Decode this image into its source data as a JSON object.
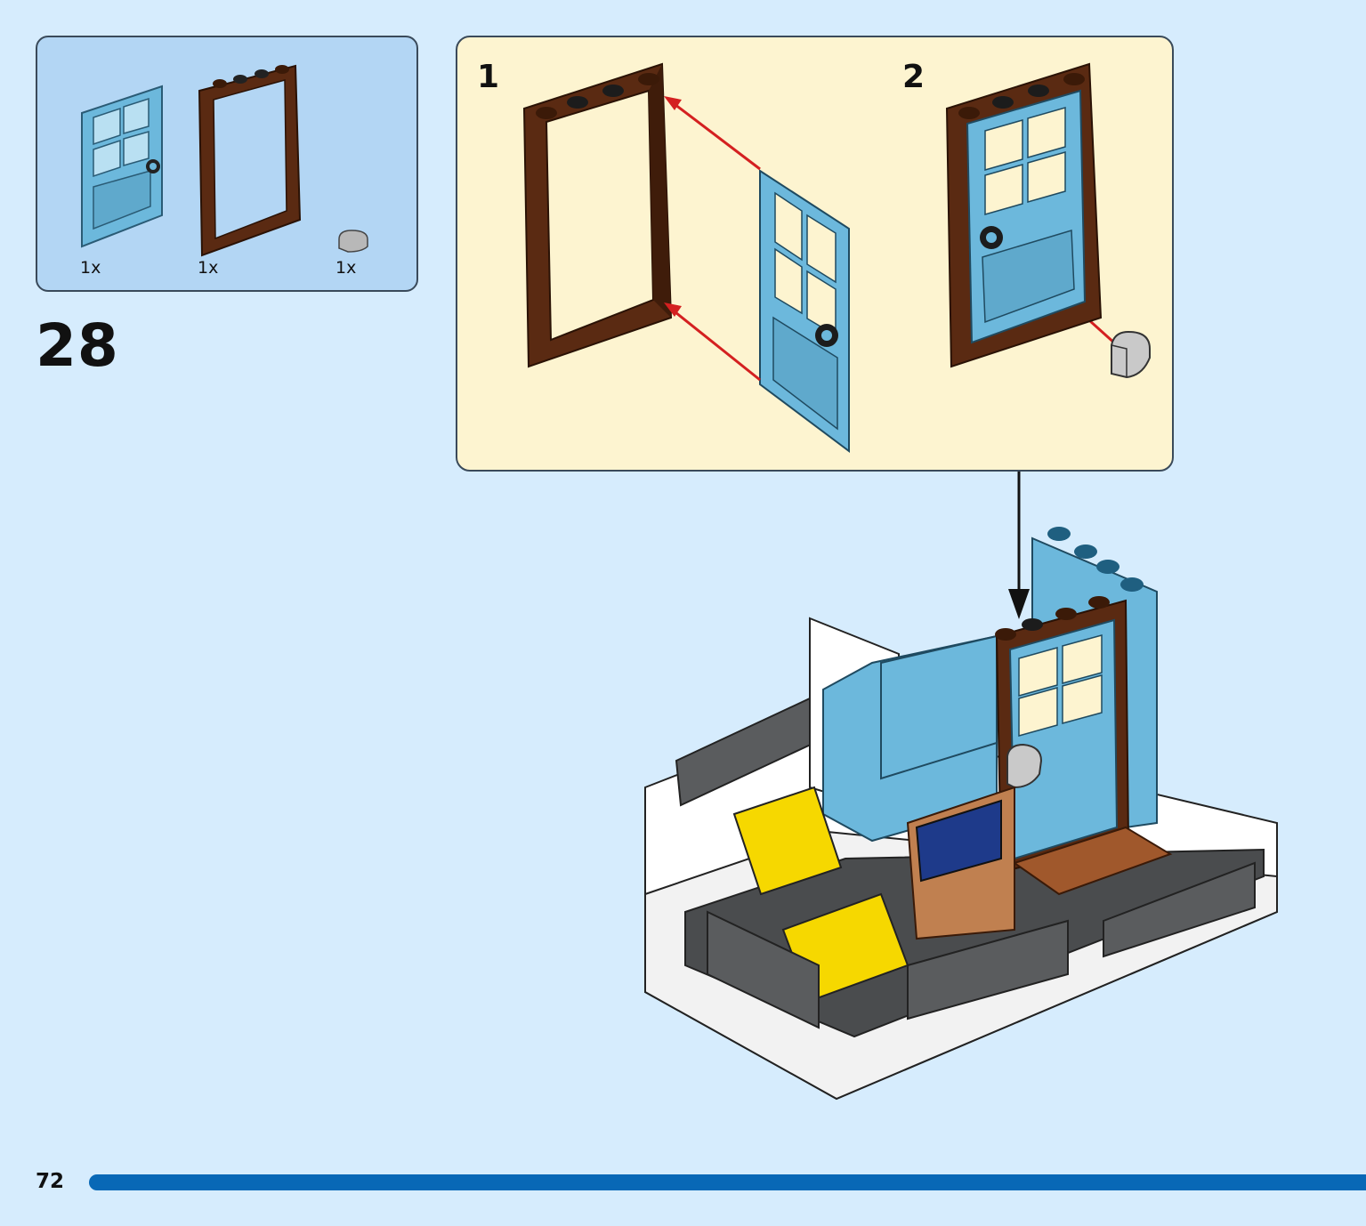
{
  "parts_list": {
    "items": [
      {
        "icon": "door-icon",
        "color": "#6cb8dc",
        "qty": "1x"
      },
      {
        "icon": "door-frame-icon",
        "color": "#5a2a12",
        "qty": "1x"
      },
      {
        "icon": "door-knob-tile-icon",
        "color": "#b8b8b8",
        "qty": "1x"
      }
    ]
  },
  "step": {
    "number": "28"
  },
  "substeps": [
    {
      "number": "1"
    },
    {
      "number": "2"
    }
  ],
  "page": {
    "number": "72",
    "progress_color": "#0868b6"
  },
  "colors": {
    "page_bg": "#d6ecfd",
    "parts_bg": "#b3d6f4",
    "substep_bg": "#fdf4d0",
    "arrow_red": "#d42020",
    "brick_blue": "#6cb8dc",
    "brick_brown": "#5a2a12",
    "brick_yellow": "#f6d800",
    "brick_gray": "#5a5c5e"
  }
}
